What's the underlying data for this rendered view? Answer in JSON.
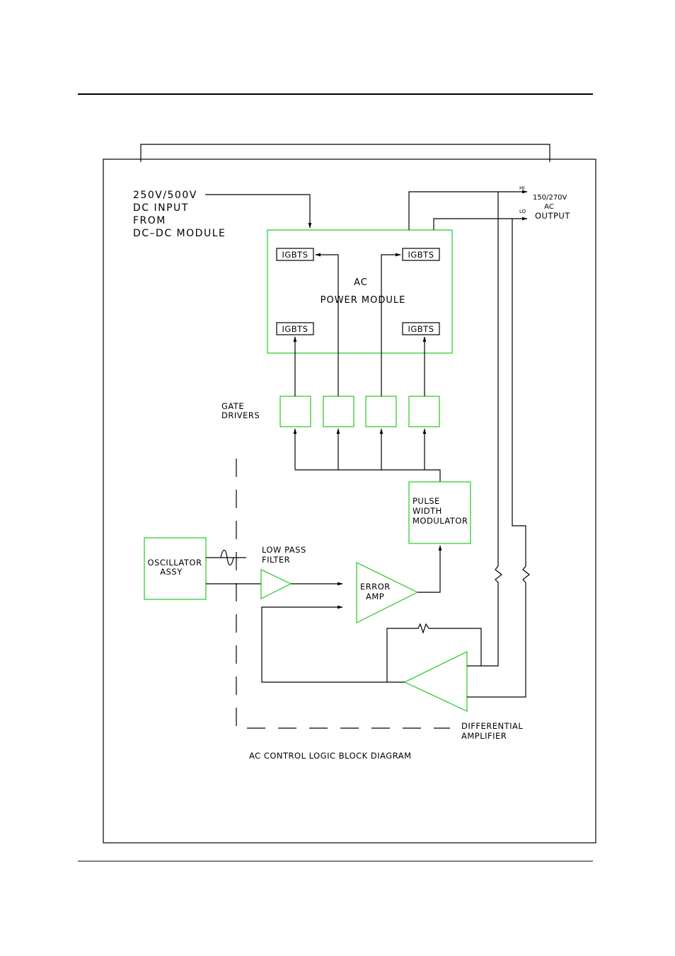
{
  "input_label": {
    "line1": "250V/500V",
    "line2": "DC  INPUT",
    "line3": "FROM",
    "line4": "DC–DC  MODULE"
  },
  "output": {
    "hi": "HI",
    "lo": "LO",
    "line1": "150/270V",
    "line2": "AC",
    "line3": "OUTPUT"
  },
  "power_module": {
    "line1": "AC",
    "line2": "POWER  MODULE",
    "igbt_label": "IGBTS"
  },
  "gate_drivers": {
    "line1": "GATE",
    "line2": "DRIVERS"
  },
  "pwm": {
    "line1": "PULSE",
    "line2": "WIDTH",
    "line3": "MODULATOR"
  },
  "oscillator": {
    "line1": "OSCILLATOR",
    "line2": "ASSY"
  },
  "low_pass_filter": {
    "line1": "LOW  PASS",
    "line2": "FILTER"
  },
  "error_amp": {
    "line1": "ERROR",
    "line2": "AMP"
  },
  "diff_amp": {
    "line1": "DIFFERENTIAL",
    "line2": "AMPLIFIER"
  },
  "caption": "AC  CONTROL  LOGIC  BLOCK  DIAGRAM",
  "colors": {
    "block_outline": "#22c822",
    "line": "#000000",
    "background": "#ffffff"
  }
}
